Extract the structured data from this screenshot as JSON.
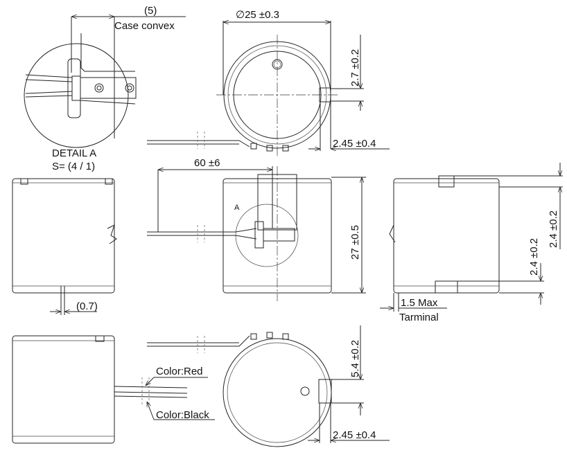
{
  "labels": {
    "case_convex_dim": "(5)",
    "case_convex": "Case convex",
    "detail_title": "DETAIL A",
    "detail_scale": "S= (4 / 1)",
    "diameter": "∅25 ±0.3",
    "top_offset": "2.7 ±0.2",
    "top_protrusion": "2.45 ±0.4",
    "lead_length": "60 ±6",
    "detail_marker": "A",
    "height": "27 ±0.5",
    "pin_dim": "(0.7)",
    "side_top": "2.4 ±0.2",
    "side_bottom": "2.4 ±0.2",
    "terminal_max": "1.5 Max",
    "terminal_label": "Tarminal",
    "wire_red": "Color:Red",
    "wire_black": "Color:Black",
    "bottom_offset": "5.4 ±0.2",
    "bottom_protrusion": "2.45 ±0.4"
  }
}
